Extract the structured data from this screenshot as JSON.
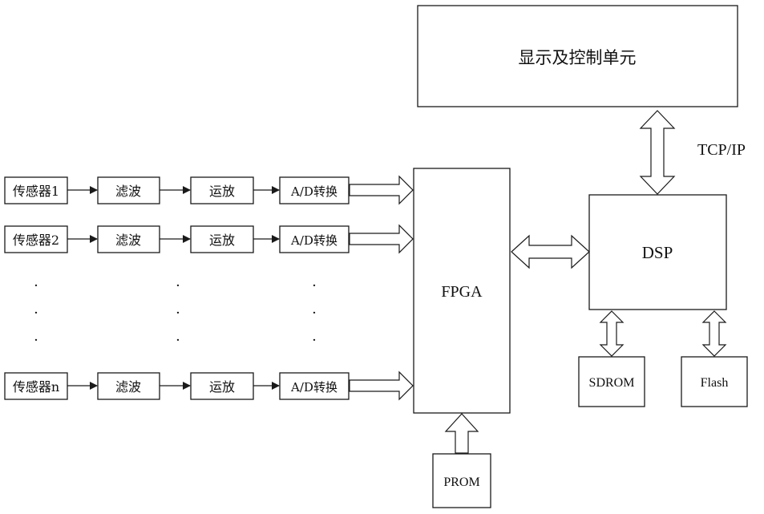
{
  "display_unit": "显示及控制单元",
  "tcpip_label": "TCP/IP",
  "fpga_label": "FPGA",
  "dsp_label": "DSP",
  "sdrom_label": "SDROM",
  "flash_label": "Flash",
  "prom_label": "PROM",
  "channels": [
    {
      "sensor": "传感器1",
      "filter": "滤波",
      "amp": "运放",
      "adc": "A/D转换"
    },
    {
      "sensor": "传感器2",
      "filter": "滤波",
      "amp": "运放",
      "adc": "A/D转换"
    },
    {
      "sensor": "传感器n",
      "filter": "滤波",
      "amp": "运放",
      "adc": "A/D转换"
    }
  ],
  "ellipsis": "·"
}
